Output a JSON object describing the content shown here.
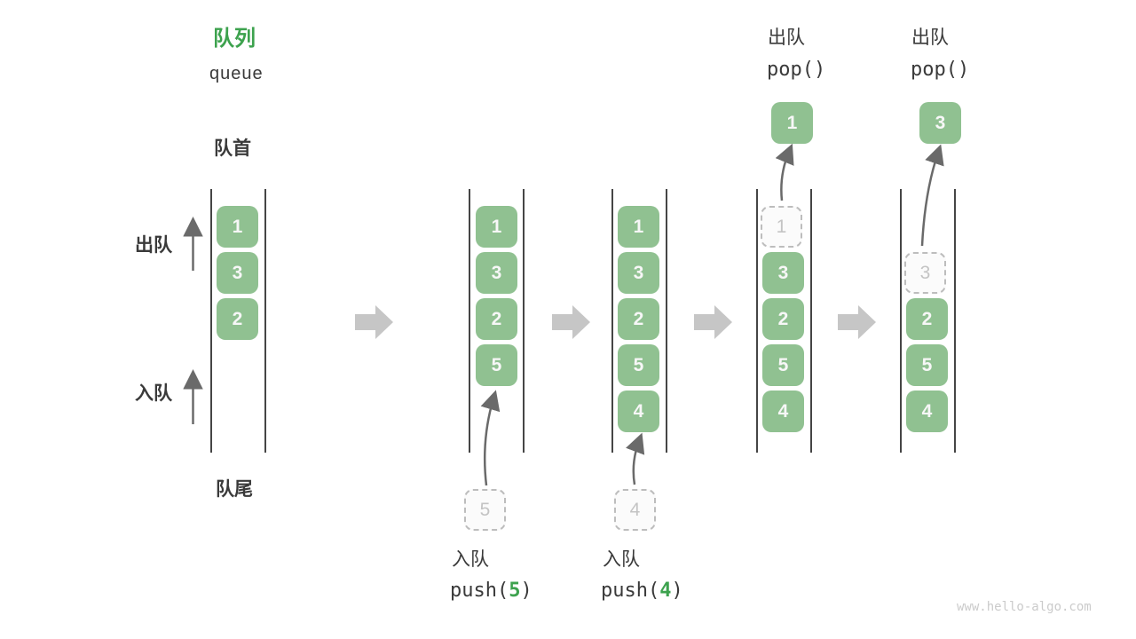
{
  "title": {
    "zh": "队列",
    "en": "queue"
  },
  "side_labels": {
    "front": "队首",
    "rear": "队尾",
    "dequeue": "出队",
    "enqueue": "入队"
  },
  "operations": {
    "push5": {
      "label": "入队",
      "code_prefix": "push(",
      "arg": "5",
      "code_suffix": ")"
    },
    "push4": {
      "label": "入队",
      "code_prefix": "push(",
      "arg": "4",
      "code_suffix": ")"
    },
    "pop1": {
      "label": "出队",
      "code": "pop()"
    },
    "pop2": {
      "label": "出队",
      "code": "pop()"
    }
  },
  "states": [
    {
      "name": "initial",
      "blocks": [
        "1",
        "3",
        "2"
      ]
    },
    {
      "name": "after-push-5",
      "blocks": [
        "1",
        "3",
        "2",
        "5"
      ],
      "incoming": "5"
    },
    {
      "name": "after-push-4",
      "blocks": [
        "1",
        "3",
        "2",
        "5",
        "4"
      ],
      "incoming": "4"
    },
    {
      "name": "after-pop-1",
      "ghost": "1",
      "blocks": [
        "3",
        "2",
        "5",
        "4"
      ],
      "popped": "1"
    },
    {
      "name": "after-pop-3",
      "ghost": "3",
      "blocks": [
        "2",
        "5",
        "4"
      ],
      "popped": "3"
    }
  ],
  "watermark": "www.hello-algo.com",
  "colors": {
    "block_green": "#90c191",
    "accent_green": "#3da24e",
    "text_dark": "#3a3a3a",
    "ghost_gray": "#c4c4c4",
    "dashed_gray": "#bdbdbd",
    "line_dark": "#454545",
    "arrow_dark": "#6a6a6a",
    "arrow_light": "#c6c6c6",
    "watermark_gray": "#cbcbcb"
  }
}
